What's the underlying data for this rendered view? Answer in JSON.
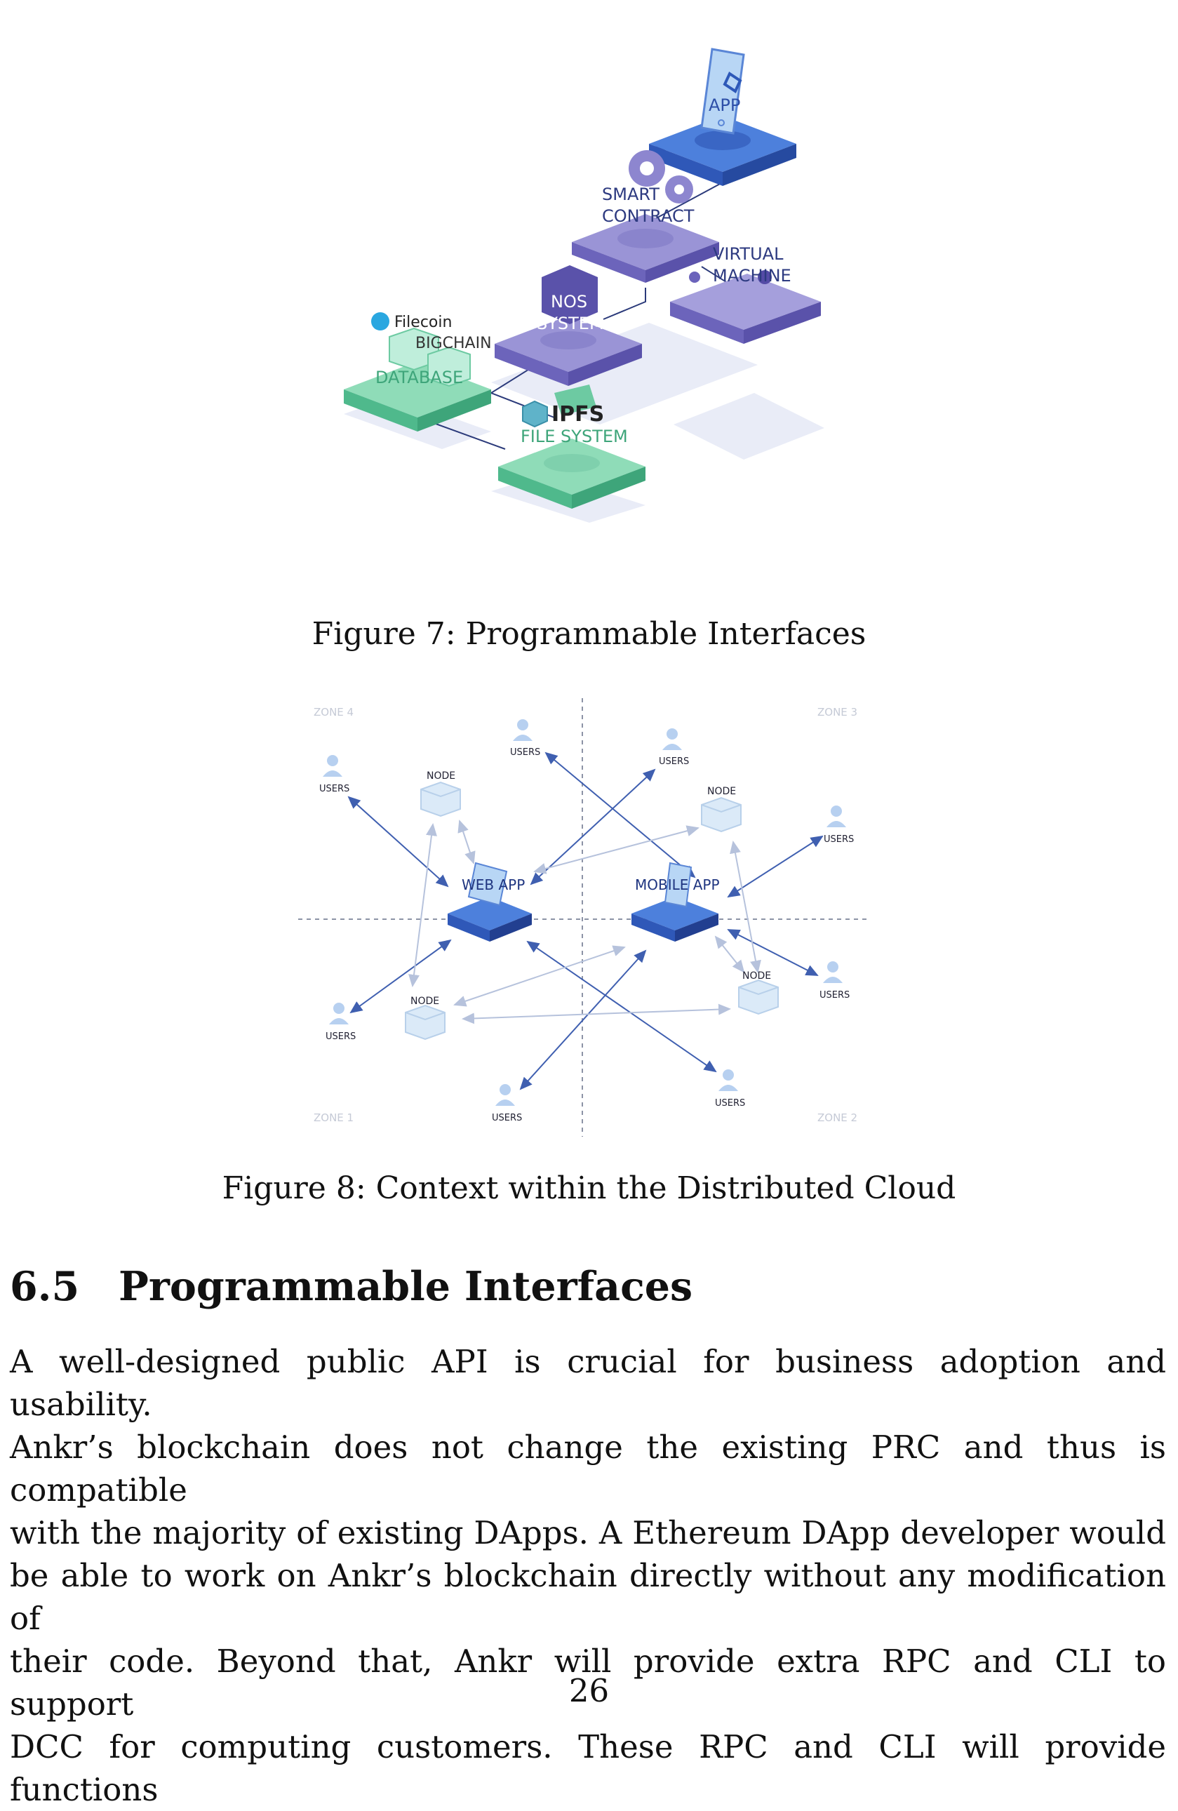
{
  "figure7": {
    "caption": "Figure 7: Programmable Interfaces",
    "labels": {
      "app": "APP",
      "smart": "SMART",
      "contract": "CONTRACT",
      "virtual": "VIRTUAL",
      "machine": "MACHINE",
      "nos": "NOS",
      "system": "SYSTEM",
      "filecoin": "Filecoin",
      "bigchain": "BIGCHAIN",
      "database": "DATABASE",
      "ipfs": "IPFS",
      "filesystem": "FILE SYSTEM"
    }
  },
  "figure8": {
    "caption": "Figure 8: Context within the Distributed Cloud",
    "zones": [
      "ZONE 4",
      "ZONE 3",
      "ZONE 1",
      "ZONE 2"
    ],
    "web_app": "WEB APP",
    "mobile_app": "MOBILE APP",
    "node": "NODE",
    "users": "USERS"
  },
  "section": {
    "number": "6.5",
    "title": "Programmable Interfaces",
    "lines": [
      "A well-designed public API is crucial for business adoption and usability.",
      "Ankr’s blockchain does not change the existing PRC and thus is compatible",
      "with the majority of existing DApps. A Ethereum DApp developer would",
      "be able to work on Ankr’s blockchain directly without any modification of",
      "their code. Beyond that, Ankr will provide extra RPC and CLI to support",
      "DCC for computing customers. These RPC and CLI will provide functions"
    ]
  },
  "page_number": "26",
  "colors": {
    "blue": "#3f6fd1",
    "purple": "#8d86cf",
    "green": "#5cc49a",
    "ghost": "#e8ebf6",
    "node": "#d6e8f8"
  }
}
